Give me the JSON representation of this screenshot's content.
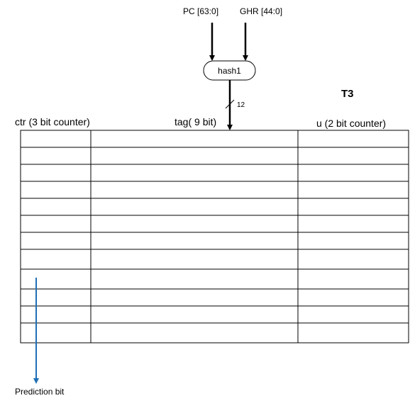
{
  "inputs": {
    "pc": "PC [63:0]",
    "ghr": "GHR [44:0]"
  },
  "hash": {
    "label": "hash1",
    "output_width": "12"
  },
  "table": {
    "title": "T3",
    "col_ctr": "ctr (3 bit counter)",
    "col_tag": "tag( 9 bit)",
    "col_u": "u (2 bit counter)",
    "row_count": 12
  },
  "output": {
    "label": "Prediction bit"
  },
  "colors": {
    "line": "#000000",
    "prediction_arrow": "#1f6fb5"
  }
}
